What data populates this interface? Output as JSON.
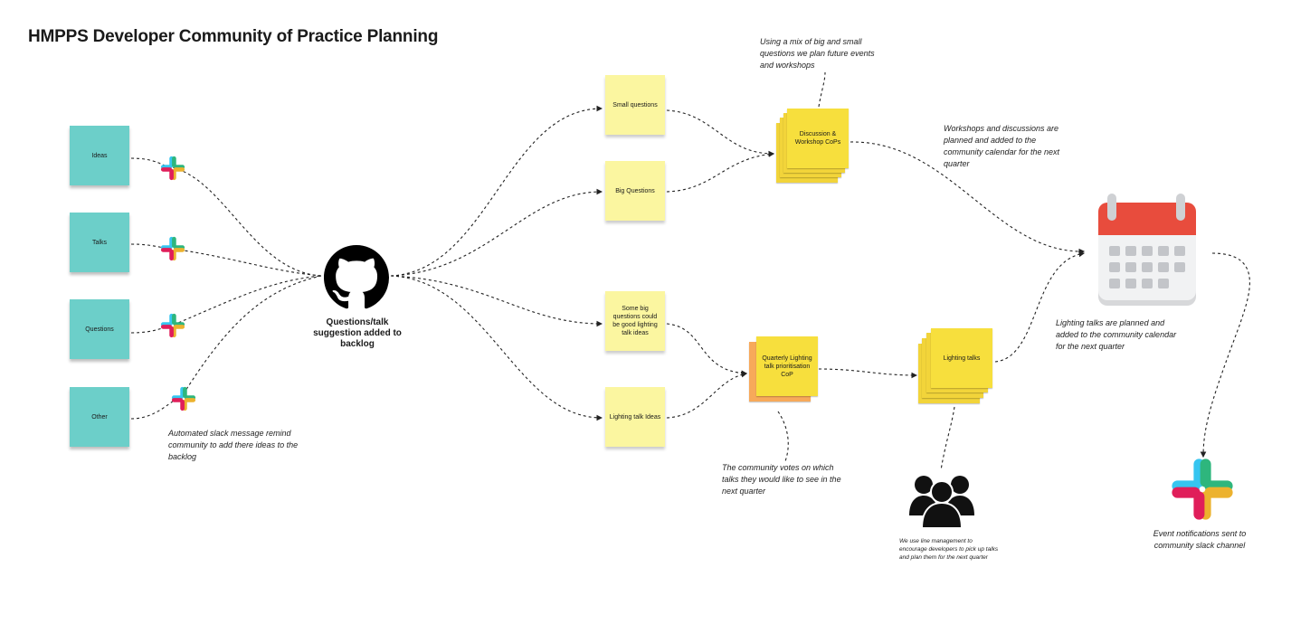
{
  "title": "HMPPS Developer Community of Practice Planning",
  "sources": [
    "Ideas",
    "Talks",
    "Questions",
    "Other"
  ],
  "github_label": "Questions/talk suggestion added to backlog",
  "slack_note": "Automated slack message remind community to add there ideas to the backlog",
  "mid_stickies": {
    "small": "Small questions",
    "big": "Big Questions",
    "some_big": "Some big questions could be good lighting talk ideas",
    "lighting_ideas": "Lighting talk Ideas"
  },
  "discussion": "Discussion & Workshop CoPs",
  "discussion_note": "Using a mix of big and small questions we plan future events and workshops",
  "workshops_note": "Workshops and discussions are planned and added to the community calendar for the next quarter",
  "quarterly": "Quarterly Lighting talk prioritisation CoP",
  "vote_note": "The community votes on which talks they would like to see in the next quarter",
  "lighting_talks": "Lighting talks",
  "line_mgmt_note": "We use line management to encourage developers to pick up talks and plan them for the next quarter",
  "calendar_note": "Lighting talks are planned and added to the community calendar for the next quarter",
  "event_note": "Event notifications sent to community slack channel",
  "colors": {
    "teal": "#6ccfc9",
    "light_yellow": "#fbf6a0",
    "yellow": "#f7df3d",
    "orange": "#f7a95a",
    "calendar_red": "#e84c3d"
  },
  "icons": [
    "slack-icon",
    "github-icon",
    "calendar-icon",
    "people-icon"
  ]
}
